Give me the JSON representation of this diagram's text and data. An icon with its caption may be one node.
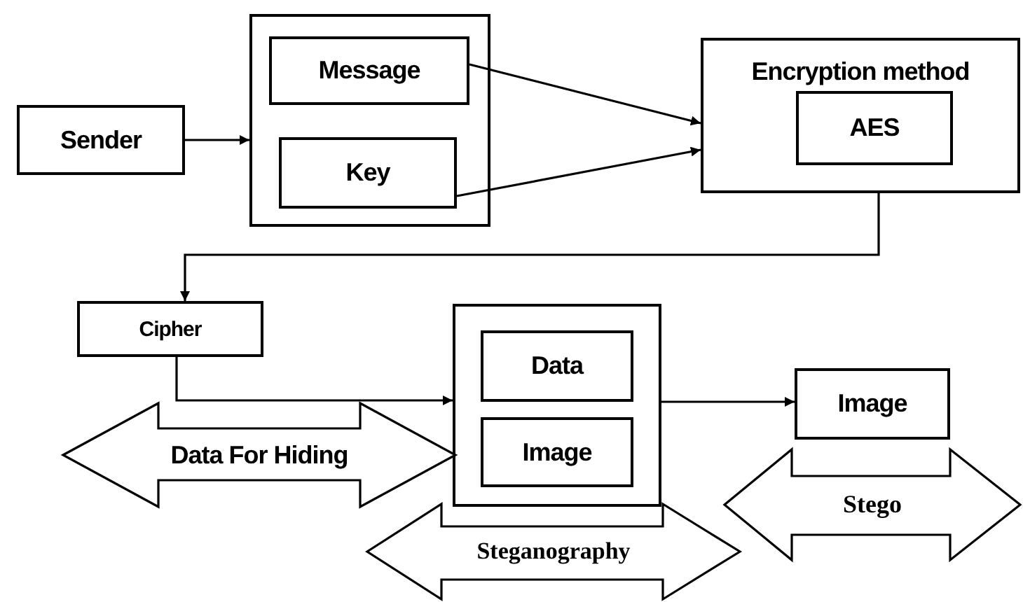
{
  "diagram": {
    "nodes": [
      {
        "text": [
          "Sender"
        ]
      },
      {
        "text": [],
        "shape": "box"
      },
      {
        "text": [
          "Message"
        ],
        "in": 1
      },
      {
        "text": [
          "Key"
        ],
        "in": 1
      },
      {
        "text": [
          "Encryption method"
        ]
      },
      {
        "text": [
          "AES"
        ],
        "in": 4
      },
      {
        "text": [
          "Cipher"
        ]
      },
      {
        "text": [],
        "shape": "box"
      },
      {
        "text": [
          "Data"
        ],
        "in": 7
      },
      {
        "text": [
          "Image"
        ],
        "in": 7
      },
      {
        "text": [
          "Image"
        ]
      },
      {
        "text": [
          "Data For Hiding"
        ]
      },
      {
        "text": [
          "Steganography"
        ]
      },
      {
        "text": [
          "Stego"
        ]
      }
    ],
    "edges": [
      {
        "from": 0,
        "to": 1,
        "arrow": "to"
      },
      {
        "from": 2,
        "to": 4,
        "arrow": "to"
      },
      {
        "from": 3,
        "to": 4,
        "arrow": "to"
      },
      {
        "from": 4,
        "to": 6,
        "arrow": "to"
      },
      {
        "from": 6,
        "to": 7,
        "arrow": "to"
      },
      {
        "from": 7,
        "to": 10,
        "arrow": "to"
      }
    ]
  }
}
